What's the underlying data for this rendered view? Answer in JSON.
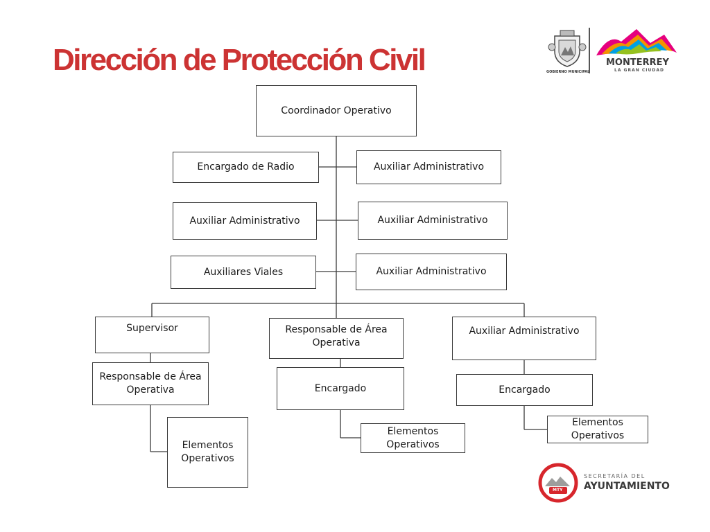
{
  "title": "Dirección de Protección Civil",
  "logos": {
    "seal_caption": "GOBIERNO MUNICIPAL",
    "city_name": "MONTERREY",
    "city_tagline": "LA GRAN CIUDAD",
    "mty_badge": "MTY",
    "secretaria_line1": "SECRETARÍA DEL",
    "secretaria_line2": "AYUNTAMIENTO"
  },
  "org_chart": {
    "root": "Coordinador Operativo",
    "staff_left": [
      "Encargado de Radio",
      "Auxiliar Administrativo",
      "Auxiliares Viales"
    ],
    "staff_right": [
      "Auxiliar Administrativo",
      "Auxiliar Administrativo",
      "Auxiliar Administrativo"
    ],
    "branches": [
      {
        "head": "Supervisor",
        "level2": "Responsable de Área Operativa",
        "level3": "Elementos Operativos"
      },
      {
        "head": "Responsable de Área Operativa",
        "level2": "Encargado",
        "level3": "Elementos Operativos"
      },
      {
        "head": "Auxiliar Administrativo",
        "level2": "Encargado",
        "level3": "Elementos Operativos"
      }
    ]
  },
  "colors": {
    "title": "#cc3333",
    "lines": "#3a3a3a"
  }
}
